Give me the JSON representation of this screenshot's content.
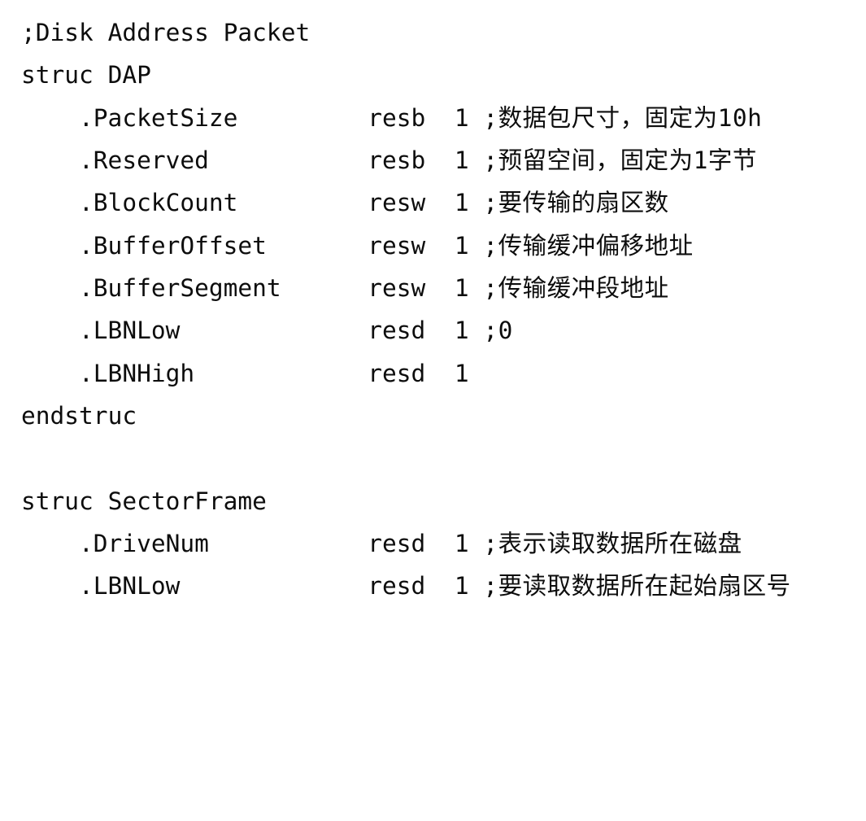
{
  "page": {
    "background": "#ffffff",
    "text_color": "#0d0d0d",
    "content_kind": "assembly-code-listing",
    "language": "x86-nasm"
  },
  "code": {
    "lines": [
      {
        "type": "comment-line",
        "text": ";Disk Address Packet"
      },
      {
        "type": "plain",
        "text": "struc DAP"
      },
      {
        "type": "field",
        "label": ".PacketSize",
        "directive": "resb",
        "count": "1",
        "comment": ";数据包尺寸，固定为10h"
      },
      {
        "type": "field",
        "label": ".Reserved",
        "directive": "resb",
        "count": "1",
        "comment": ";预留空间，固定为1字节"
      },
      {
        "type": "field",
        "label": ".BlockCount",
        "directive": "resw",
        "count": "1",
        "comment": ";要传输的扇区数"
      },
      {
        "type": "field",
        "label": ".BufferOffset",
        "directive": "resw",
        "count": "1",
        "comment": ";传输缓冲偏移地址"
      },
      {
        "type": "field",
        "label": ".BufferSegment",
        "directive": "resw",
        "count": "1",
        "comment": ";传输缓冲段地址"
      },
      {
        "type": "field",
        "label": ".LBNLow",
        "directive": "resd",
        "count": "1",
        "comment": ";0"
      },
      {
        "type": "field",
        "label": ".LBNHigh",
        "directive": "resd",
        "count": "1",
        "comment": ""
      },
      {
        "type": "plain",
        "text": "endstruc"
      },
      {
        "type": "blank",
        "text": ""
      },
      {
        "type": "plain",
        "text": "struc SectorFrame"
      },
      {
        "type": "field",
        "label": ".DriveNum",
        "directive": "resd",
        "count": "1",
        "comment": ";表示读取数据所在磁盘"
      },
      {
        "type": "field",
        "label": ".LBNLow",
        "directive": "resd",
        "count": "1",
        "comment": ";要读取数据所在起始扇区号"
      }
    ]
  }
}
